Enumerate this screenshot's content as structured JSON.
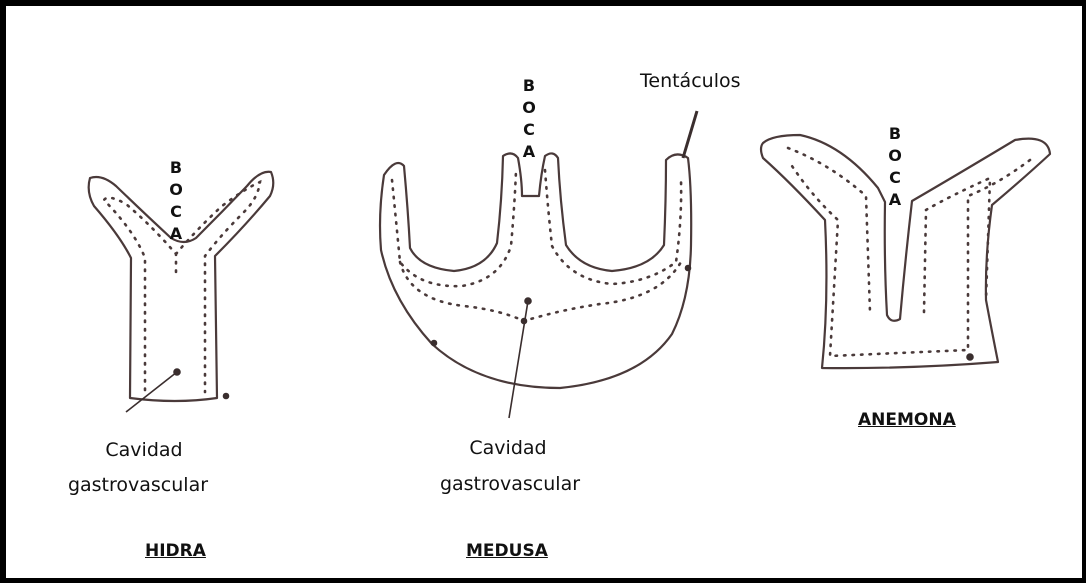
{
  "organisms": {
    "hidra": {
      "title": "HIDRA",
      "mouth": [
        "B",
        "O",
        "C",
        "A"
      ],
      "cavity_label_1": "Cavidad",
      "cavity_label_2": "gastrovascular"
    },
    "medusa": {
      "title": "MEDUSA",
      "mouth": [
        "B",
        "O",
        "C",
        "A"
      ],
      "cavity_label_1": "Cavidad",
      "cavity_label_2": "gastrovascular",
      "tentacles_label": "Tentáculos"
    },
    "anemona": {
      "title": "ANEMONA",
      "mouth": [
        "B",
        "O",
        "C",
        "A"
      ]
    }
  }
}
